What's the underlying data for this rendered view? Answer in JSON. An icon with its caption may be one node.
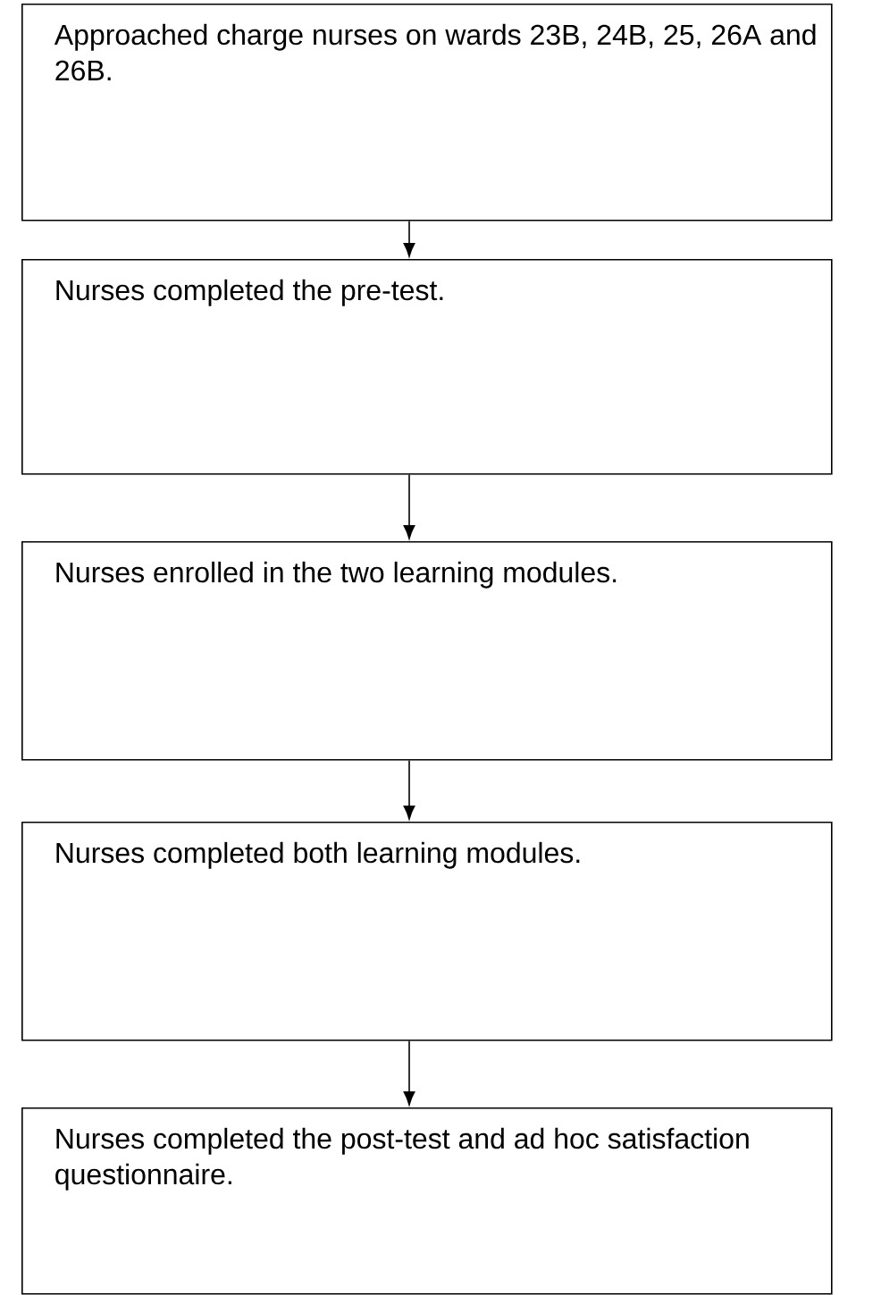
{
  "diagram": {
    "nodes": [
      {
        "text": [
          "Approached charge nurses on wards 23B, 24B, 25, 26A and 26B."
        ]
      },
      {
        "text": [
          "Nurses completed the pre-test."
        ]
      },
      {
        "text": [
          "Nurses enrolled in the two learning modules."
        ]
      },
      {
        "text": [
          "Nurses completed both learning modules."
        ]
      },
      {
        "text": [
          "Nurses completed the post-test and ad hoc satisfaction questionnaire."
        ]
      }
    ],
    "edges": [
      {
        "from": 0,
        "to": 1,
        "arrow": "to"
      },
      {
        "from": 1,
        "to": 2,
        "arrow": "to"
      },
      {
        "from": 2,
        "to": 3,
        "arrow": "to"
      },
      {
        "from": 3,
        "to": 4,
        "arrow": "to"
      }
    ]
  }
}
